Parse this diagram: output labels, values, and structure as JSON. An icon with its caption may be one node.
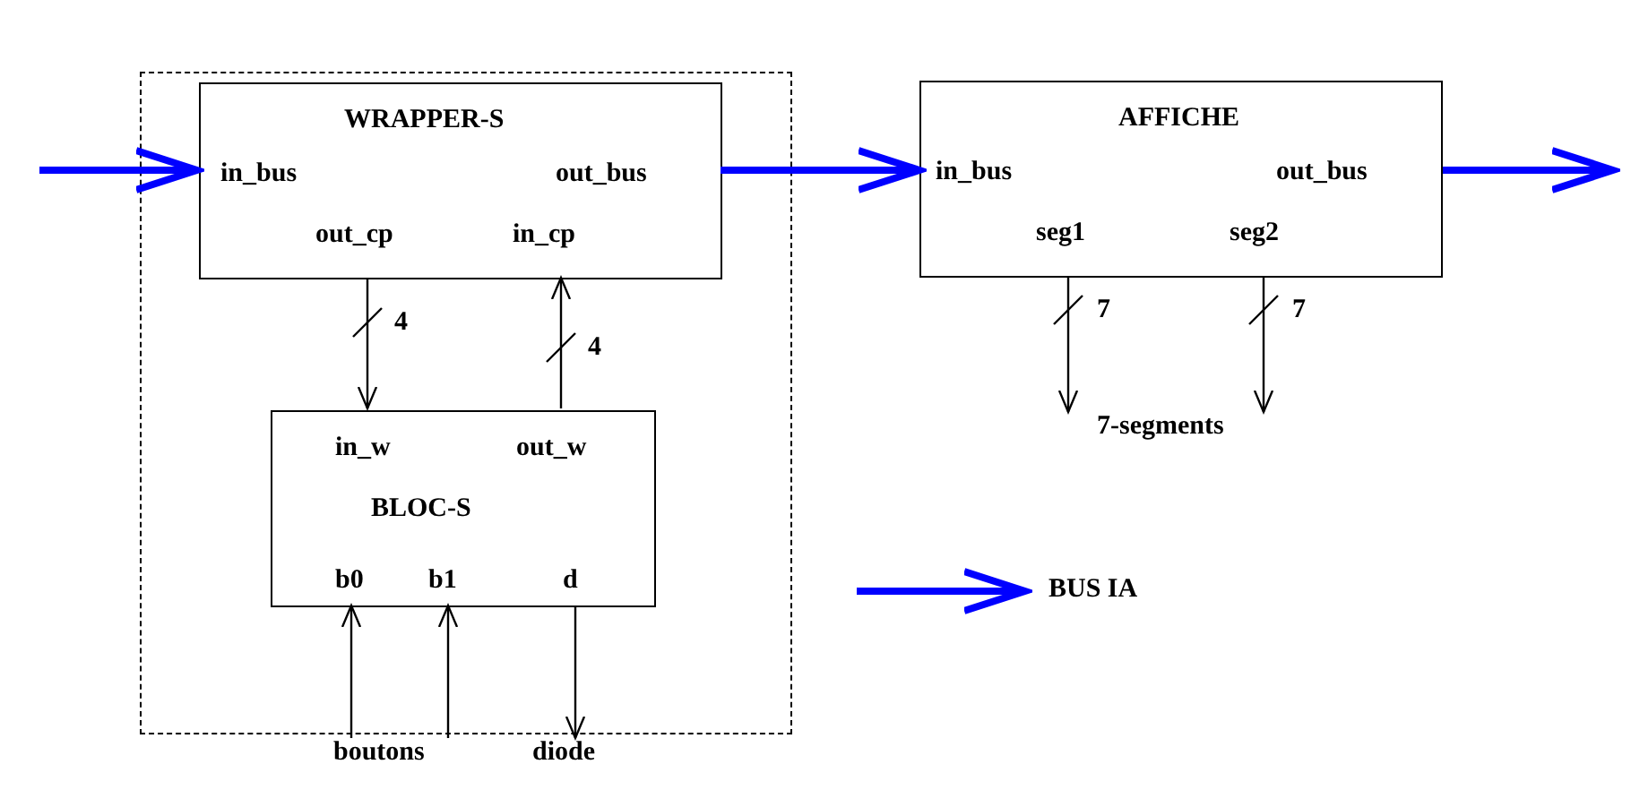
{
  "diagram": {
    "nodes": [
      {
        "text": [],
        "shape": "box"
      },
      {
        "text": [
          "WRAPPER-S",
          "in_bus",
          "out_bus",
          "out_cp",
          "in_cp"
        ],
        "in": 0
      },
      {
        "text": [
          "AFFICHE",
          "in_bus",
          "out_bus",
          "seg1",
          "seg2"
        ]
      },
      {
        "text": [
          "in_w",
          "out_w",
          "BLOC-S",
          "b0",
          "b1",
          "d"
        ],
        "in": 0
      },
      {
        "text": [
          "7-segments"
        ]
      },
      {
        "text": [
          "boutons"
        ]
      },
      {
        "text": [
          "diode"
        ]
      }
    ],
    "edges": [
      {
        "from": null,
        "to": 1,
        "arrow": "to",
        "style": "thick",
        "color": "#0000ff"
      },
      {
        "from": 1,
        "to": 2,
        "arrow": "to",
        "style": "thick",
        "color": "#0000ff"
      },
      {
        "from": 2,
        "to": null,
        "arrow": "to",
        "style": "thick",
        "color": "#0000ff"
      },
      {
        "from": 1,
        "to": 3,
        "arrow": "to",
        "label": "4"
      },
      {
        "from": 3,
        "to": 1,
        "arrow": "to",
        "label": "4"
      },
      {
        "from": 2,
        "to": 4,
        "arrow": "to",
        "label": "7"
      },
      {
        "from": 2,
        "to": 4,
        "arrow": "to",
        "label": "7"
      },
      {
        "from": 5,
        "to": 3,
        "arrow": "to"
      },
      {
        "from": 5,
        "to": 3,
        "arrow": "to"
      },
      {
        "from": 3,
        "to": 6,
        "arrow": "to"
      }
    ],
    "legend": [
      {
        "text": "BUS IA"
      }
    ]
  }
}
